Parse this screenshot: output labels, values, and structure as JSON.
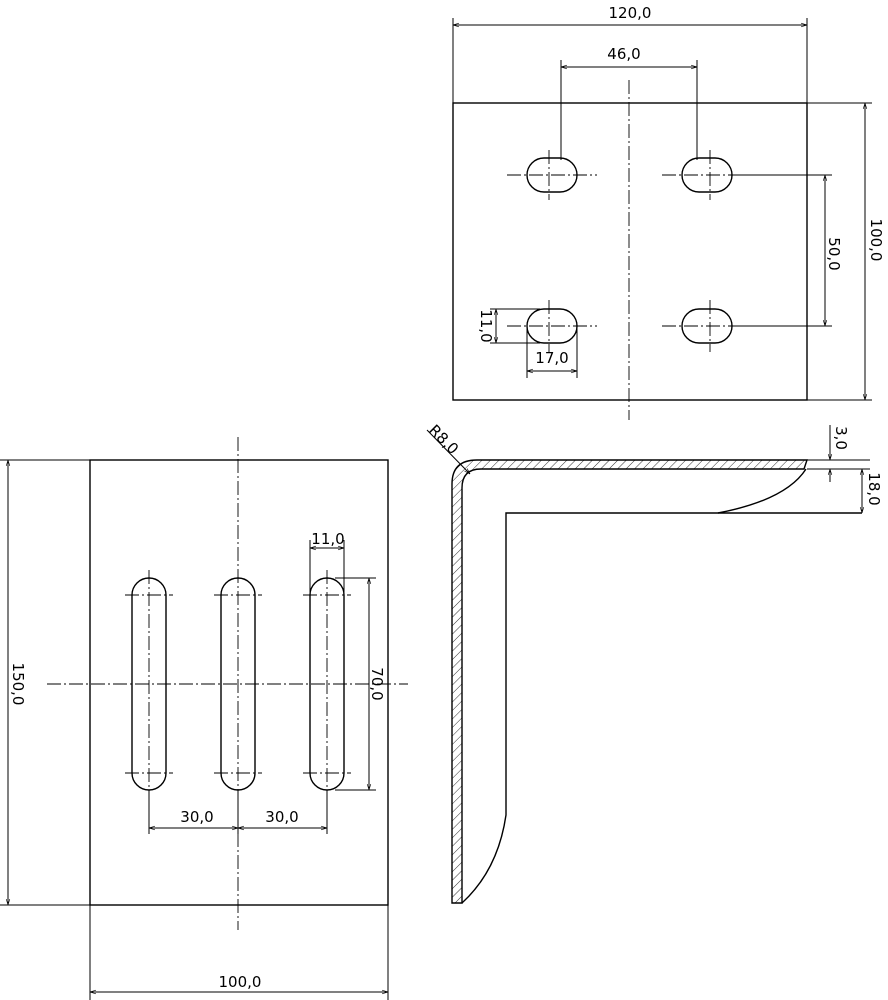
{
  "colors": {
    "line": "#000000",
    "background": "#ffffff"
  },
  "top_view": {
    "width_label": "120,0",
    "hole_spacing_label": "46,0",
    "height_label": "100,0",
    "vertical_spacing_label": "50,0",
    "slot_height_label": "11,0",
    "slot_width_label": "17,0"
  },
  "front_view": {
    "slot_width_label": "11,0",
    "slot_length_label": "70,0",
    "height_label": "150,0",
    "spacing_left_label": "30,0",
    "spacing_right_label": "30,0",
    "width_label": "100,0"
  },
  "section_view": {
    "radius_label": "R8,0",
    "thickness_label": "3,0",
    "rib_label": "18,0"
  }
}
